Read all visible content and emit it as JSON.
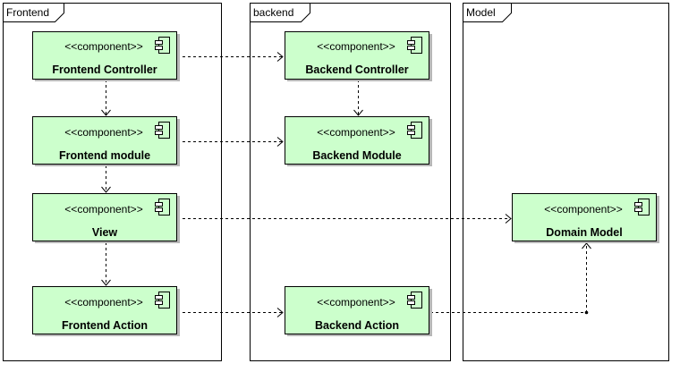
{
  "colors": {
    "component_fill": "#ccffcc",
    "line": "#000000",
    "background": "#ffffff"
  },
  "frames": [
    {
      "id": "frontend",
      "title": "Frontend"
    },
    {
      "id": "backend",
      "title": "backend"
    },
    {
      "id": "model",
      "title": "Model"
    }
  ],
  "components": [
    {
      "id": "frontend-controller",
      "stereotype": "<<component>>",
      "name": "Frontend Controller",
      "icon": "component-icon"
    },
    {
      "id": "frontend-module",
      "stereotype": "<<component>>",
      "name": "Frontend module",
      "icon": "component-icon"
    },
    {
      "id": "view",
      "stereotype": "<<component>>",
      "name": "View",
      "icon": "component-icon"
    },
    {
      "id": "frontend-action",
      "stereotype": "<<component>>",
      "name": "Frontend Action",
      "icon": "component-icon"
    },
    {
      "id": "backend-controller",
      "stereotype": "<<component>>",
      "name": "Backend Controller",
      "icon": "component-icon"
    },
    {
      "id": "backend-module",
      "stereotype": "<<component>>",
      "name": "Backend Module",
      "icon": "component-icon"
    },
    {
      "id": "backend-action",
      "stereotype": "<<component>>",
      "name": "Backend Action",
      "icon": "component-icon"
    },
    {
      "id": "domain-model",
      "stereotype": "<<component>>",
      "name": "Domain Model",
      "icon": "component-icon"
    }
  ],
  "dependencies": [
    {
      "from": "frontend-controller",
      "to": "frontend-module"
    },
    {
      "from": "frontend-module",
      "to": "view"
    },
    {
      "from": "view",
      "to": "frontend-action"
    },
    {
      "from": "frontend-controller",
      "to": "backend-controller"
    },
    {
      "from": "frontend-module",
      "to": "backend-module"
    },
    {
      "from": "view",
      "to": "domain-model"
    },
    {
      "from": "frontend-action",
      "to": "backend-action"
    },
    {
      "from": "backend-controller",
      "to": "backend-module"
    },
    {
      "from": "backend-action",
      "to": "domain-model"
    }
  ]
}
